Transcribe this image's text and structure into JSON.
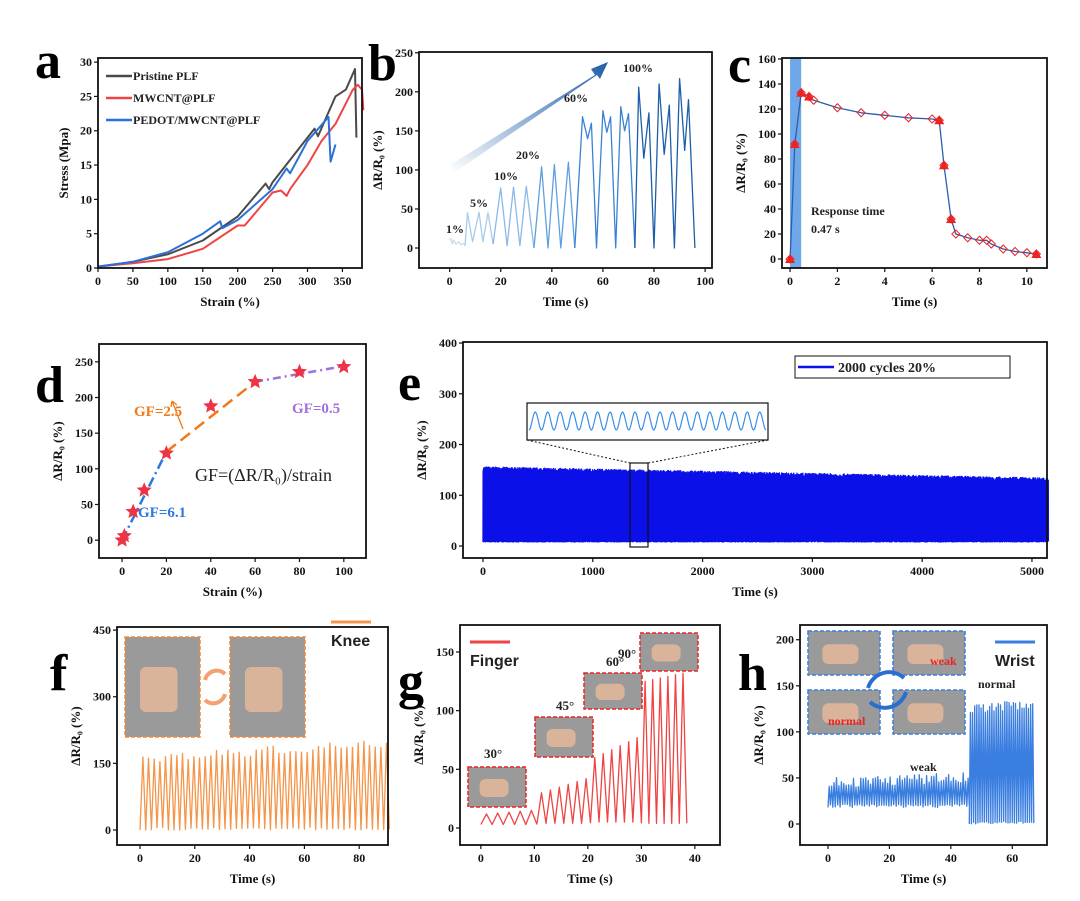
{
  "chart_data": [
    {
      "id": "a",
      "letter": "a",
      "type": "line",
      "xlabel": "Strain (%)",
      "ylabel": "Stress (Mpa)",
      "xlim": [
        0,
        378
      ],
      "ylim": [
        0,
        30.6
      ],
      "xticks": [
        0,
        50,
        100,
        150,
        200,
        250,
        300,
        350
      ],
      "yticks": [
        0,
        5,
        10,
        15,
        20,
        25,
        30
      ],
      "legend": "top-left",
      "series": [
        {
          "name": "Pristine PLF",
          "color": "#4a4a4a",
          "points": [
            [
              0,
              0.2
            ],
            [
              50,
              0.9
            ],
            [
              100,
              2
            ],
            [
              150,
              4
            ],
            [
              200,
              7.5
            ],
            [
              240,
              12.3
            ],
            [
              245,
              11.5
            ],
            [
              250,
              12.5
            ],
            [
              300,
              19
            ],
            [
              310,
              20.3
            ],
            [
              315,
              19.2
            ],
            [
              340,
              25
            ],
            [
              355,
              26
            ],
            [
              368,
              29
            ],
            [
              370,
              19
            ]
          ]
        },
        {
          "name": "MWCNT@PLF",
          "color": "#f04444",
          "points": [
            [
              0,
              0.2
            ],
            [
              50,
              0.7
            ],
            [
              100,
              1.3
            ],
            [
              150,
              2.8
            ],
            [
              200,
              6.2
            ],
            [
              210,
              6.2
            ],
            [
              250,
              11
            ],
            [
              262,
              11.3
            ],
            [
              270,
              10.5
            ],
            [
              275,
              11.5
            ],
            [
              300,
              15
            ],
            [
              320,
              18.5
            ],
            [
              340,
              21
            ],
            [
              365,
              26
            ],
            [
              372,
              26.7
            ],
            [
              378,
              26
            ],
            [
              380,
              23
            ]
          ]
        },
        {
          "name": "PEDOT/MWCNT@PLF",
          "color": "#2a70d8",
          "points": [
            [
              0,
              0.2
            ],
            [
              50,
              0.9
            ],
            [
              100,
              2.3
            ],
            [
              150,
              5
            ],
            [
              175,
              6.8
            ],
            [
              178,
              5.8
            ],
            [
              200,
              7
            ],
            [
              250,
              11.5
            ],
            [
              270,
              14.5
            ],
            [
              275,
              13.8
            ],
            [
              300,
              18.5
            ],
            [
              330,
              22
            ],
            [
              333,
              15.5
            ],
            [
              340,
              18
            ]
          ]
        }
      ]
    },
    {
      "id": "b",
      "letter": "b",
      "type": "line",
      "xlabel": "Time (s)",
      "ylabel": "ΔR/R₀ (%)",
      "xlim": [
        -12,
        102.7
      ],
      "ylim": [
        -25.6,
        251
      ],
      "xticks": [
        0,
        20,
        40,
        60,
        80,
        100
      ],
      "yticks": [
        0,
        50,
        100,
        150,
        200,
        250
      ],
      "series": [
        {
          "name": "1%",
          "color": "#c9dcf2",
          "points": [
            [
              0,
              10
            ],
            [
              0.5,
              12
            ],
            [
              1,
              5
            ],
            [
              1.5,
              10
            ],
            [
              2.5,
              5
            ],
            [
              3.5,
              8
            ],
            [
              4.5,
              4
            ],
            [
              5.5,
              6
            ],
            [
              6,
              3
            ]
          ]
        },
        {
          "name": "5%",
          "color": "#a9cbee",
          "points": [
            [
              6,
              3
            ],
            [
              7,
              45
            ],
            [
              9,
              8
            ],
            [
              11.5,
              46
            ],
            [
              13,
              8
            ],
            [
              15,
              45
            ],
            [
              17,
              5
            ]
          ]
        },
        {
          "name": "10%",
          "color": "#8bb9ea",
          "points": [
            [
              17,
              5
            ],
            [
              20,
              77
            ],
            [
              22.5,
              3
            ],
            [
              25,
              78
            ],
            [
              27.5,
              3
            ],
            [
              30,
              79
            ],
            [
              33,
              0
            ]
          ]
        },
        {
          "name": "20%",
          "color": "#5f9fe0",
          "points": [
            [
              33,
              0
            ],
            [
              36,
              104
            ],
            [
              38.5,
              0
            ],
            [
              41,
              107
            ],
            [
              43.5,
              0
            ],
            [
              46.5,
              110
            ],
            [
              49,
              0
            ]
          ]
        },
        {
          "name": "60%",
          "color": "#3a83d4",
          "points": [
            [
              49,
              0
            ],
            [
              52,
              168
            ],
            [
              54,
              140
            ],
            [
              55.5,
              160
            ],
            [
              57.5,
              0
            ],
            [
              60,
              176
            ],
            [
              61.5,
              148
            ],
            [
              63,
              168
            ],
            [
              65,
              0
            ],
            [
              67,
              181
            ],
            [
              68.5,
              150
            ],
            [
              70,
              172
            ],
            [
              72.5,
              0
            ]
          ]
        },
        {
          "name": "100%",
          "color": "#1d5ea8",
          "points": [
            [
              72.5,
              0
            ],
            [
              74,
              206
            ],
            [
              76,
              115
            ],
            [
              78,
              173
            ],
            [
              80,
              0
            ],
            [
              82,
              210
            ],
            [
              84,
              120
            ],
            [
              86,
              183
            ],
            [
              88,
              0
            ],
            [
              90,
              217
            ],
            [
              92,
              125
            ],
            [
              93.5,
              190
            ],
            [
              96,
              0
            ]
          ]
        }
      ]
    },
    {
      "id": "c",
      "letter": "c",
      "type": "line",
      "xlabel": "Time (s)",
      "ylabel": "ΔR/R₀ (%)",
      "xlim": [
        -0.34,
        10.85
      ],
      "ylim": [
        -7.2,
        160.8
      ],
      "xticks": [
        0,
        2,
        4,
        6,
        8,
        10
      ],
      "yticks": [
        0,
        20,
        40,
        60,
        80,
        100,
        120,
        140,
        160
      ],
      "highlight": {
        "x": [
          0,
          0.47
        ],
        "color": "#6fa8e8"
      },
      "annotation": [
        "Response time",
        "0.47 s"
      ],
      "series": [
        {
          "name": "response",
          "color": "#2a5fb0",
          "marker_color": "#ee2222",
          "points": [
            [
              0,
              0
            ],
            [
              0.2,
              92
            ],
            [
              0.47,
              133
            ],
            [
              0.8,
              130
            ],
            [
              1,
              127
            ],
            [
              2,
              121
            ],
            [
              3,
              117
            ],
            [
              4,
              115
            ],
            [
              5,
              113
            ],
            [
              6,
              112
            ],
            [
              6.3,
              111
            ],
            [
              6.5,
              75
            ],
            [
              6.8,
              32
            ],
            [
              7,
              20
            ],
            [
              7.5,
              17
            ],
            [
              8,
              15
            ],
            [
              8.3,
              15
            ],
            [
              8.5,
              12
            ],
            [
              9,
              8
            ],
            [
              9.5,
              6
            ],
            [
              10,
              5
            ],
            [
              10.4,
              4
            ]
          ],
          "triangles": [
            [
              0,
              0
            ],
            [
              0.2,
              92
            ],
            [
              0.47,
              133
            ],
            [
              0.8,
              130
            ],
            [
              6.3,
              111
            ],
            [
              6.5,
              75
            ],
            [
              6.8,
              32
            ],
            [
              10.4,
              4
            ]
          ]
        }
      ]
    },
    {
      "id": "d",
      "letter": "d",
      "type": "scatter",
      "xlabel": "Strain (%)",
      "ylabel": "ΔR/R₀ (%)",
      "xlim": [
        -10.4,
        110
      ],
      "ylim": [
        -25,
        275
      ],
      "xticks": [
        0,
        20,
        40,
        60,
        80,
        100
      ],
      "yticks": [
        0,
        50,
        100,
        150,
        200,
        250
      ],
      "points": [
        [
          0,
          0
        ],
        [
          1,
          6
        ],
        [
          5,
          40
        ],
        [
          10,
          70
        ],
        [
          20,
          122
        ],
        [
          40,
          188
        ],
        [
          60,
          222
        ],
        [
          80,
          236
        ],
        [
          100,
          243
        ]
      ],
      "marker_color": "#ee3344",
      "fits": [
        {
          "label": "GF=6.1",
          "color": "#2a78e0",
          "x": [
            0,
            20
          ],
          "y": [
            0,
            124
          ],
          "dash": "10 4 2 4"
        },
        {
          "label": "GF=2.5",
          "color": "#f07a1a",
          "x": [
            20,
            60
          ],
          "y": [
            124,
            222
          ],
          "dash": "12 6"
        },
        {
          "label": "GF=0.5",
          "color": "#a070e0",
          "x": [
            60,
            100
          ],
          "y": [
            222,
            244
          ],
          "dash": "8 4 2 4"
        }
      ],
      "formula": "GF=(ΔR/R₀)/strain"
    },
    {
      "id": "e",
      "letter": "e",
      "type": "line",
      "xlabel": "Time (s)",
      "ylabel": "ΔR/R₀ (%)",
      "xlim": [
        -182,
        5137
      ],
      "ylim": [
        -23.6,
        402
      ],
      "xticks": [
        0,
        1000,
        2000,
        3000,
        4000,
        5000
      ],
      "yticks": [
        0,
        100,
        200,
        300,
        400
      ],
      "legend_label": "2000 cycles   20%",
      "series": [
        {
          "name": "2000 cycles 20%",
          "color": "#0b10e8",
          "osc": {
            "t0": 0,
            "t1": 5150,
            "cycles": 2000,
            "max_start": 152,
            "max_end": 130,
            "min": 8,
            "jitter": 8
          }
        }
      ],
      "inset": {
        "cycles": 19,
        "color": "#3a8ee8"
      }
    },
    {
      "id": "f",
      "letter": "f",
      "type": "line",
      "xlabel": "Time (s)",
      "ylabel": "ΔR/R₀ (%)",
      "xlim": [
        -8.4,
        90.5
      ],
      "ylim": [
        -33.8,
        457
      ],
      "xticks": [
        0,
        20,
        40,
        60,
        80
      ],
      "yticks": [
        0,
        150,
        300,
        450
      ],
      "legend_label": "Knee",
      "series": [
        {
          "name": "Knee",
          "color": "#f4954a",
          "osc": {
            "t0": 0,
            "t1": 91,
            "cycles": 44,
            "max_start": 160,
            "max_end": 195,
            "min": 0,
            "jitter": 20
          }
        }
      ]
    },
    {
      "id": "g",
      "letter": "g",
      "type": "line",
      "xlabel": "Time (s)",
      "ylabel": "ΔR/R₀ (%)",
      "xlim": [
        -3.9,
        44.7
      ],
      "ylim": [
        -14.5,
        173
      ],
      "xticks": [
        0,
        10,
        20,
        30,
        40
      ],
      "yticks": [
        0,
        50,
        100,
        150
      ],
      "legend_label": "Finger",
      "angles": [
        "30°",
        "45°",
        "60°",
        "90°"
      ],
      "series": [
        {
          "name": "Finger",
          "color": "#ee4444",
          "segments": [
            {
              "t0": 0,
              "t1": 10.5,
              "cycles": 5,
              "max_start": 12,
              "max_end": 15,
              "min": 3
            },
            {
              "t0": 10.5,
              "t1": 20.5,
              "cycles": 6,
              "max_start": 30,
              "max_end": 42,
              "min": 4
            },
            {
              "t0": 20.5,
              "t1": 30,
              "cycles": 6,
              "max_start": 60,
              "max_end": 77,
              "min": 5
            },
            {
              "t0": 30,
              "t1": 38.5,
              "cycles": 6,
              "max_start": 125,
              "max_end": 132,
              "min": 4
            }
          ]
        }
      ]
    },
    {
      "id": "h",
      "letter": "h",
      "type": "line",
      "xlabel": "Time (s)",
      "ylabel": "ΔR/R₀ (%)",
      "xlim": [
        -9.1,
        71.3
      ],
      "ylim": [
        -22.8,
        216
      ],
      "xticks": [
        0,
        20,
        40,
        60
      ],
      "yticks": [
        0,
        50,
        100,
        150,
        200
      ],
      "legend_label": "Wrist",
      "labels": {
        "weak": "weak",
        "normal": "normal"
      },
      "photo_labels": [
        "weak",
        "normal"
      ],
      "series": [
        {
          "name": "Wrist",
          "color": "#3a7ee0",
          "segments": [
            {
              "t0": 0,
              "t1": 46,
              "cycles": 58,
              "max_start": 45,
              "max_end": 50,
              "min": 18,
              "jitter": 12
            },
            {
              "t0": 46,
              "t1": 67,
              "cycles": 30,
              "max_start": 125,
              "max_end": 130,
              "min": 0,
              "jitter": 10
            }
          ]
        }
      ]
    }
  ]
}
